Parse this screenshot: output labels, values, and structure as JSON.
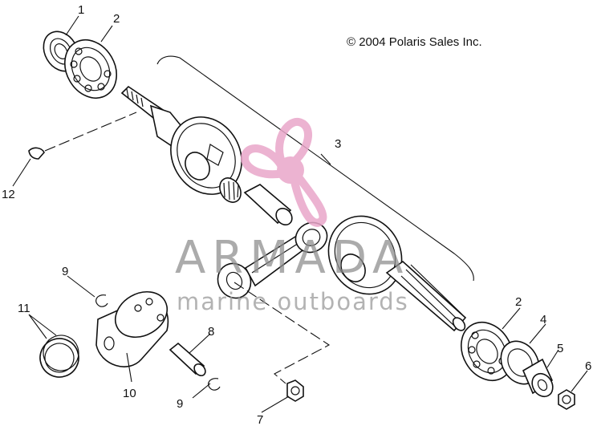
{
  "copyright": "© 2004 Polaris Sales Inc.",
  "watermark": {
    "brand": "ARMADA",
    "tagline": "marine outboards",
    "logo_color": "#e9a6c9"
  },
  "callouts": {
    "c1": "1",
    "c2_top": "2",
    "c2_bottom": "2",
    "c3": "3",
    "c4": "4",
    "c5": "5",
    "c6": "6",
    "c7": "7",
    "c8": "8",
    "c9_top": "9",
    "c9_bottom": "9",
    "c10": "10",
    "c11": "11",
    "c12": "12"
  }
}
